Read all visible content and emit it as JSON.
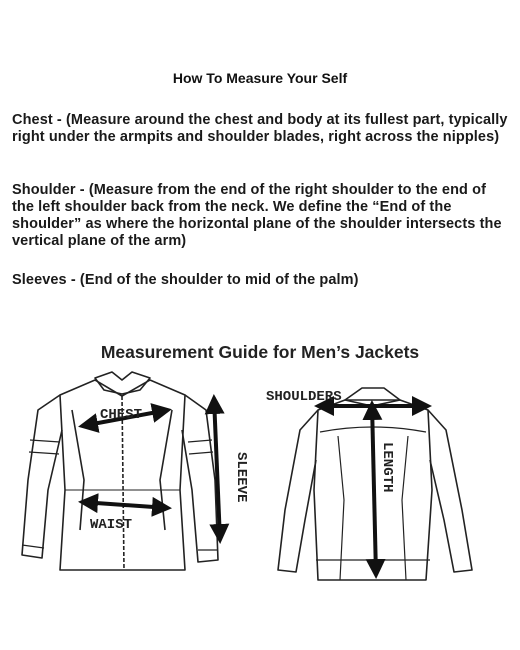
{
  "heading": "How To Measure Your Self",
  "instructions": [
    {
      "name": "Chest",
      "text": "Chest - (Measure around the chest and body at its fullest part, typically right under the armpits and shoulder blades, right across the nipples)"
    },
    {
      "name": "Shoulder",
      "text": "Shoulder - (Measure from the end of the right shoulder to the end of the left shoulder back from the neck. We define the “End of the shoulder” as where the horizontal plane of the shoulder intersects the vertical plane of the arm)"
    },
    {
      "name": "Sleeves",
      "text": "Sleeves - (End of the shoulder to mid of the palm)"
    }
  ],
  "guide": {
    "title": "Measurement Guide for Men’s Jackets",
    "front_labels": {
      "chest": "CHEST",
      "waist": "WAIST",
      "sleeve": "SLEEVE"
    },
    "back_labels": {
      "shoulders": "SHOULDERS",
      "length": "LENGTH"
    }
  }
}
